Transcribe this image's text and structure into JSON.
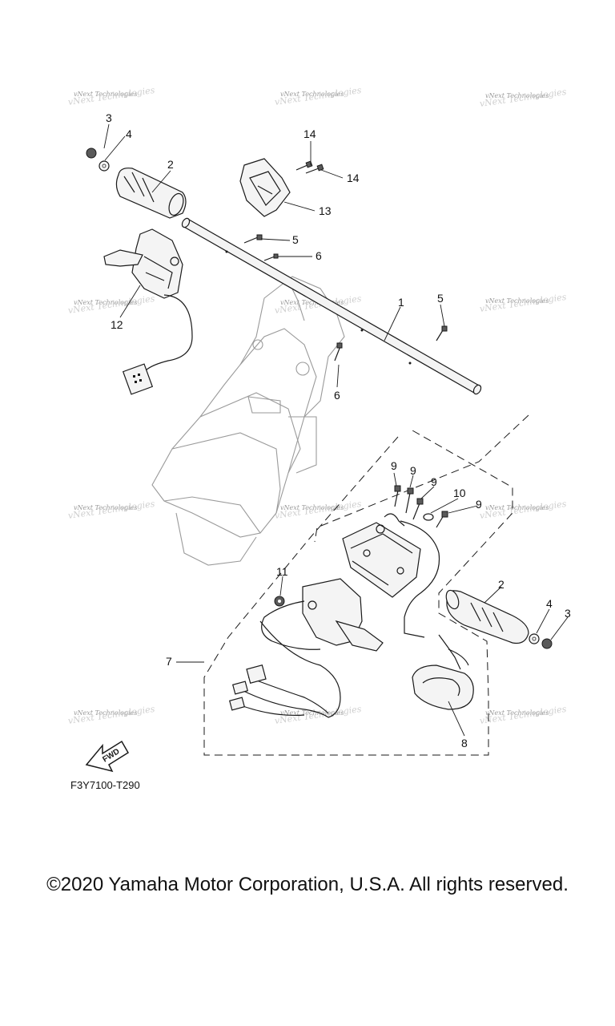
{
  "diagram": {
    "callouts": [
      "1",
      "2",
      "2",
      "3",
      "3",
      "4",
      "4",
      "5",
      "5",
      "6",
      "6",
      "7",
      "8",
      "9",
      "9",
      "9",
      "9",
      "10",
      "11",
      "12",
      "13",
      "14",
      "14"
    ],
    "watermark": "vNext Technologies",
    "fwd_label": "FWD",
    "drawing_code": "F3Y7100-T290"
  },
  "footer": {
    "copyright": "©2020 Yamaha Motor Corporation, U.S.A. All rights reserved."
  }
}
